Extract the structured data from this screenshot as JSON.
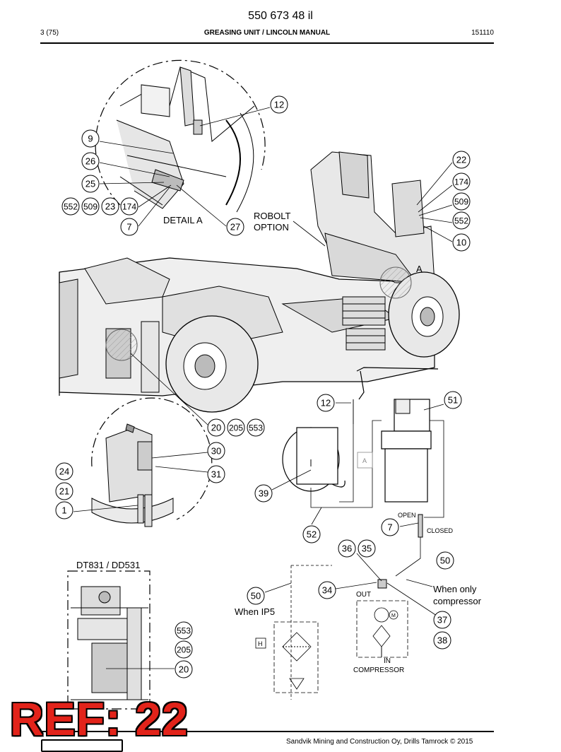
{
  "header": {
    "doc_number": "550 673 48 il",
    "page": "3 (75)",
    "title": "GREASING UNIT / LINCOLN MANUAL",
    "date": "151110"
  },
  "footer": {
    "copyright": "Sandvik Mining and Construction Oy, Drills Tamrock © 2015"
  },
  "stamp": "REF: 22",
  "text_labels": {
    "detail_a": "DETAIL  A",
    "robolt_1": "ROBOLT",
    "robolt_2": "OPTION",
    "a_marker": "A",
    "a_box": "A",
    "open": "OPEN",
    "closed": "CLOSED",
    "out": "OUT",
    "in": "IN",
    "compressor": "COMPRESSOR",
    "when_only_1": "When only",
    "when_only_2": "compressor",
    "when_ip5": "When IP5",
    "dt831": "DT831 / DD531",
    "h_box": "H",
    "m_motor": "M"
  },
  "callouts": [
    "12",
    "9",
    "26",
    "25",
    "552",
    "509",
    "23",
    "174",
    "7",
    "27",
    "22",
    "174",
    "509",
    "552",
    "10",
    "12",
    "51",
    "20",
    "205",
    "553",
    "30",
    "31",
    "24",
    "21",
    "1",
    "39",
    "52",
    "7",
    "36",
    "35",
    "50",
    "34",
    "50",
    "37",
    "38",
    "553",
    "205",
    "20"
  ]
}
